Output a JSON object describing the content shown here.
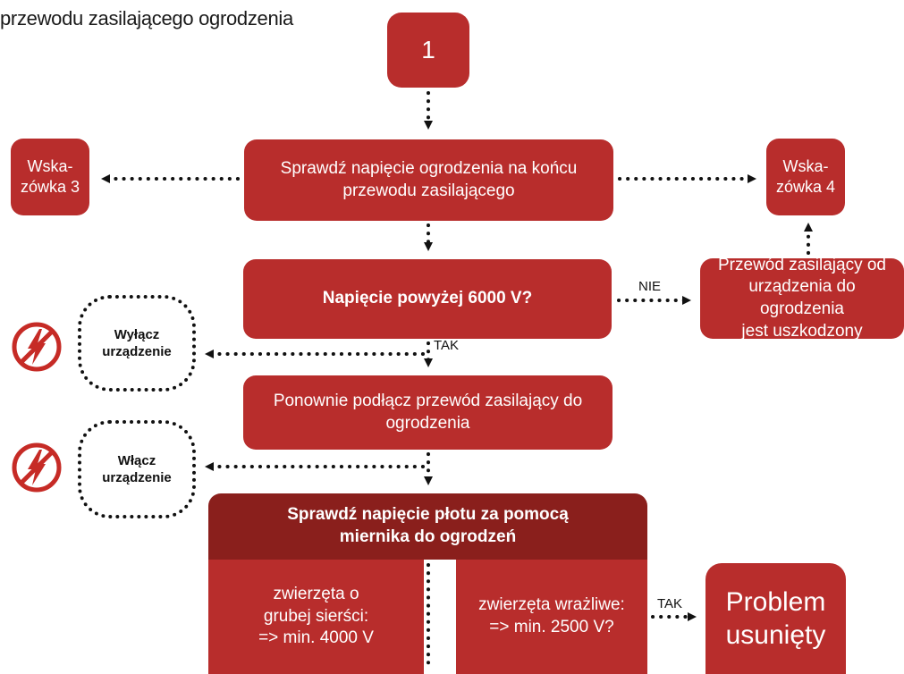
{
  "title": "przewodu zasilającego ogrodzenia",
  "step_number": "1",
  "hint_left": [
    "Wska-",
    "zówka 3"
  ],
  "hint_right": [
    "Wska-",
    "zówka 4"
  ],
  "check_voltage": [
    "Sprawdź napięcie ogrodzenia na końcu",
    "przewodu zasilającego"
  ],
  "question_voltage": "Napięcie powyżej 6000 V?",
  "label_no": "NIE",
  "label_yes_1": "TAK",
  "cable_damaged": [
    "Przewód zasilający od",
    "urządzenia do ogrodzenia",
    "jest uszkodzony"
  ],
  "switch_off": [
    "Wyłącz",
    "urządzenie"
  ],
  "reconnect": [
    "Ponownie podłącz przewód zasilający do",
    "ogrodzenia"
  ],
  "switch_on": [
    "Włącz",
    "urządzenie"
  ],
  "meter_header": [
    "Sprawdź napięcie płotu za pomocą",
    "miernika do ogrodzeń"
  ],
  "thick_coat": [
    "zwierzęta o",
    "grubej sierści:",
    "=> min. 4000 V"
  ],
  "sensitive": [
    "zwierzęta wrażliwe:",
    "=> min. 2500 V?"
  ],
  "label_yes_2": "TAK",
  "problem_solved": [
    "Problem",
    "usunięty"
  ],
  "colors": {
    "box_red": "#b82d2c",
    "box_dark": "#8a1f1c",
    "arrow": "#111111",
    "icon_red": "#c62b26"
  },
  "icons": {
    "power_warning": "crossed-lightning-icon"
  }
}
